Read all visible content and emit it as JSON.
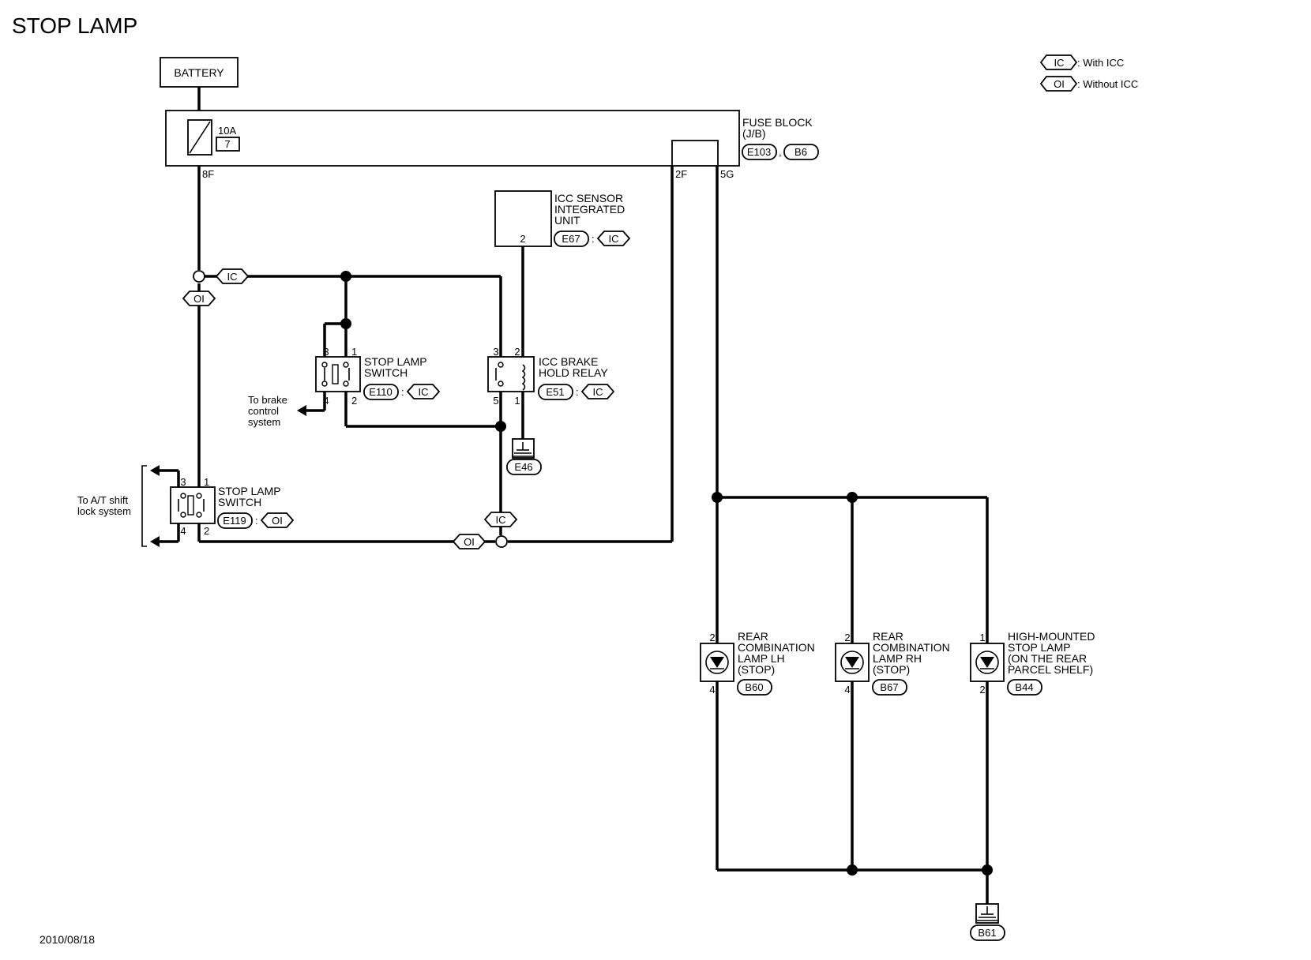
{
  "title": "STOP LAMP",
  "date": "2010/08/18",
  "legend": {
    "ic_code": "IC",
    "ic_text": ": With ICC",
    "oi_code": "OI",
    "oi_text": ": Without ICC"
  },
  "battery": "BATTERY",
  "fuse_block": {
    "name_line1": "FUSE BLOCK",
    "name_line2": "(J/B)",
    "amp": "10A",
    "fuse_no": "7",
    "conn1": "E103",
    "conn2": "B6",
    "sep": ",",
    "pin_8f": "8F",
    "pin_2f": "2F",
    "pin_5g": "5G"
  },
  "icc_sensor": {
    "line1": "ICC SENSOR",
    "line2": "INTEGRATED",
    "line3": "UNIT",
    "pin": "2",
    "conn": "E67",
    "cond": "IC"
  },
  "stop_switch_ic": {
    "line1": "STOP LAMP",
    "line2": "SWITCH",
    "pin_tl": "3",
    "pin_tr": "1",
    "pin_bl": "4",
    "pin_br": "2",
    "conn": "E110",
    "cond": "IC",
    "note1": "To brake",
    "note2": "control",
    "note3": "system"
  },
  "icc_relay": {
    "line1": "ICC BRAKE",
    "line2": "HOLD RELAY",
    "pin_tl": "3",
    "pin_tr": "2",
    "pin_bl": "5",
    "pin_br": "1",
    "conn": "E51",
    "cond": "IC",
    "ground": "E46"
  },
  "stop_switch_oi": {
    "line1": "STOP LAMP",
    "line2": "SWITCH",
    "pin_tl": "3",
    "pin_tr": "1",
    "pin_bl": "4",
    "pin_br": "2",
    "conn": "E119",
    "cond": "OI",
    "note1": "To A/T shift",
    "note2": "lock system"
  },
  "junctions": {
    "ic1": "IC",
    "oi1": "OI",
    "ic2": "IC",
    "oi2": "OI"
  },
  "lamp_lh": {
    "line1": "REAR",
    "line2": "COMBINATION",
    "line3": "LAMP LH",
    "line4": "(STOP)",
    "pin_top": "2",
    "pin_bot": "4",
    "conn": "B60"
  },
  "lamp_rh": {
    "line1": "REAR",
    "line2": "COMBINATION",
    "line3": "LAMP RH",
    "line4": "(STOP)",
    "pin_top": "2",
    "pin_bot": "4",
    "conn": "B67"
  },
  "lamp_high": {
    "line1": "HIGH-MOUNTED",
    "line2": "STOP LAMP",
    "line3": "(ON THE REAR",
    "line4": "PARCEL SHELF)",
    "pin_top": "1",
    "pin_bot": "2",
    "conn": "B44"
  },
  "ground_b61": "B61"
}
